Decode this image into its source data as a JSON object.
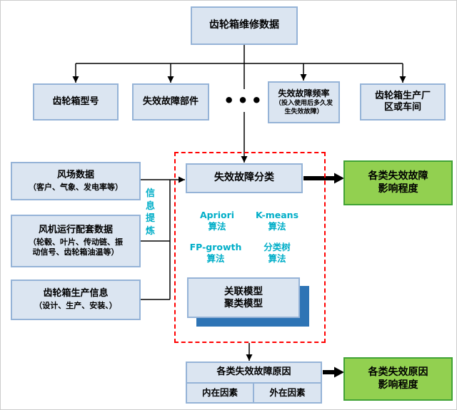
{
  "colors": {
    "box_fill": "#dbe5f1",
    "box_border": "#95b3d7",
    "green_fill": "#92d050",
    "green_border": "#41a335",
    "accent_cyan": "#00aec8",
    "shadow_blue": "#2e74b5",
    "dashed_frame_red": "#ff0000",
    "connector_black": "#000000"
  },
  "root": {
    "label": "齿轮箱维修数据"
  },
  "attributes": {
    "model": {
      "label": "齿轮箱型号"
    },
    "component": {
      "label": "失效故障部件"
    },
    "ellipsis": "•••",
    "frequency": {
      "label": "失效故障频率",
      "sub": "（投入使用后多久发\n生失效故障）"
    },
    "plant": {
      "label": "齿轮箱生产厂\n区或车间"
    }
  },
  "sources": {
    "windfarm": {
      "title": "风场数据",
      "sub": "（客户、气象、发电率等）"
    },
    "turbine": {
      "title": "风机运行配套数据",
      "sub": "（轮毂、叶片、传动链、振\n动信号、齿轮箱油温等）"
    },
    "production": {
      "title": "齿轮箱生产信息",
      "sub": "（设计、生产、安装、）"
    }
  },
  "info_refine": "信息提炼",
  "process": {
    "classification": "失效故障分类",
    "algo_apriori": "Apriori\n算法",
    "algo_kmeans": "K-means\n算法",
    "algo_fpgrowth": "FP-growth\n算法",
    "algo_tree": "分类树\n算法",
    "models": "关联模型\n聚类模型"
  },
  "outputs": {
    "impact_faults": "各类失效故障\n影响程度",
    "causes": "各类失效故障原因",
    "factor_internal": "内在因素",
    "factor_external": "外在因素",
    "impact_causes": "各类失效原因\n影响程度"
  }
}
